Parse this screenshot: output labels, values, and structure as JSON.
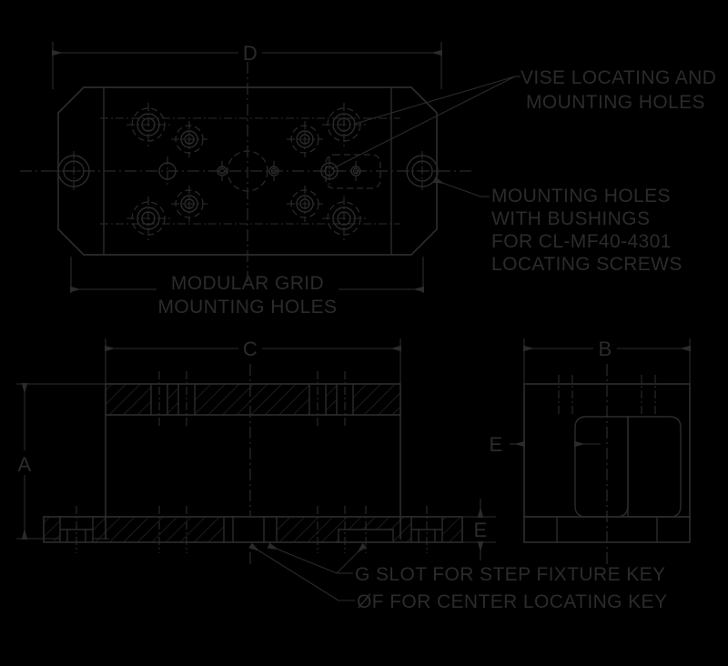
{
  "drawing": {
    "title": "Modular Fixture Base Plate Engineering Drawing",
    "background_color": "#000000",
    "line_color": "#2b2b2b"
  },
  "dimensions": {
    "d_label": "D",
    "c_label": "C",
    "b_label": "B",
    "a_label": "A",
    "e_label_side": "E",
    "e_label_front": "E",
    "e_label_thickness": "E"
  },
  "annotations": {
    "vise_holes_line1": "VISE LOCATING AND",
    "vise_holes_line2": "MOUNTING HOLES",
    "bushing_line1": "MOUNTING HOLES",
    "bushing_line2": "WITH BUSHINGS",
    "bushing_line3": "FOR CL-MF40-4301",
    "bushing_line4": "LOCATING SCREWS",
    "modular_grid_line1": "MODULAR GRID",
    "modular_grid_line2": "MOUNTING HOLES",
    "g_slot": "G SLOT FOR STEP FIXTURE KEY",
    "f_bore": "ØF FOR CENTER LOCATING KEY"
  },
  "views": {
    "top_view_name": "top-plan-view",
    "front_view_name": "front-section-view",
    "side_view_name": "side-section-view"
  }
}
